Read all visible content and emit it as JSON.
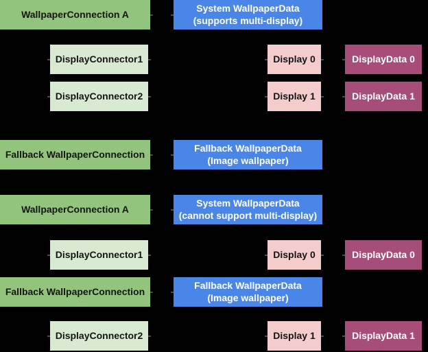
{
  "diagram": {
    "background": "#000000",
    "palette": {
      "wallpaper_connection_green": "#93c47d",
      "display_connector_light_green": "#d9ead3",
      "wallpaper_data_blue": "#4a86e8",
      "display_pink": "#f4cccc",
      "display_data_magenta": "#a64d79",
      "text_dark": "#141414",
      "text_light": "#ffffff",
      "connector_nub_gray": "#4d4d4d"
    },
    "boxes": [
      {
        "id": "wallpaper-connection-a",
        "label": "WallpaperConnection A"
      },
      {
        "id": "system-wallpaper-data-multi",
        "label": "System WallpaperData\n(supports multi-display)"
      },
      {
        "id": "display-connector-1",
        "label": "DisplayConnector1"
      },
      {
        "id": "display-0",
        "label": "Display 0"
      },
      {
        "id": "display-data-0",
        "label": "DisplayData 0"
      },
      {
        "id": "display-connector-2",
        "label": "DisplayConnector2"
      },
      {
        "id": "display-1",
        "label": "Display 1"
      },
      {
        "id": "display-data-1",
        "label": "DisplayData 1"
      },
      {
        "id": "fallback-wallpaper-connection",
        "label": "Fallback WallpaperConnection"
      },
      {
        "id": "fallback-wallpaper-data",
        "label": "Fallback WallpaperData\n(Image wallpaper)"
      },
      {
        "id": "wallpaper-connection-a-2",
        "label": "WallpaperConnection A"
      },
      {
        "id": "system-wallpaper-data-single",
        "label": "System WallpaperData\n(cannot support multi-display)"
      },
      {
        "id": "display-connector-1b",
        "label": "DisplayConnector1"
      },
      {
        "id": "display-0b",
        "label": "Display 0"
      },
      {
        "id": "display-data-0b",
        "label": "DisplayData 0"
      },
      {
        "id": "fallback-wallpaper-connection-2",
        "label": "Fallback WallpaperConnection"
      },
      {
        "id": "fallback-wallpaper-data-2",
        "label": "Fallback WallpaperData\n(Image wallpaper)"
      },
      {
        "id": "display-connector-2b",
        "label": "DisplayConnector2"
      },
      {
        "id": "display-1b",
        "label": "Display 1"
      },
      {
        "id": "display-data-1b",
        "label": "DisplayData 1"
      }
    ]
  }
}
